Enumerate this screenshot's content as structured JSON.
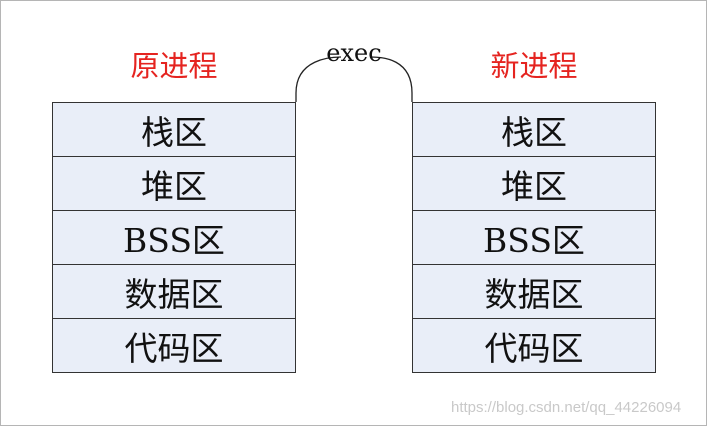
{
  "diagram": {
    "old_process": {
      "title": "原进程",
      "segments": [
        "栈区",
        "堆区",
        "BSS区",
        "数据区",
        "代码区"
      ]
    },
    "new_process": {
      "title": "新进程",
      "segments": [
        "栈区",
        "堆区",
        "BSS区",
        "数据区",
        "代码区"
      ]
    },
    "transition_label": "exec",
    "watermark": "https://blog.csdn.net/qq_44226094",
    "colors": {
      "title": "#e52420",
      "segment_fill": "#e9eef8",
      "border": "#333333",
      "watermark": "#c9c9c9"
    }
  }
}
